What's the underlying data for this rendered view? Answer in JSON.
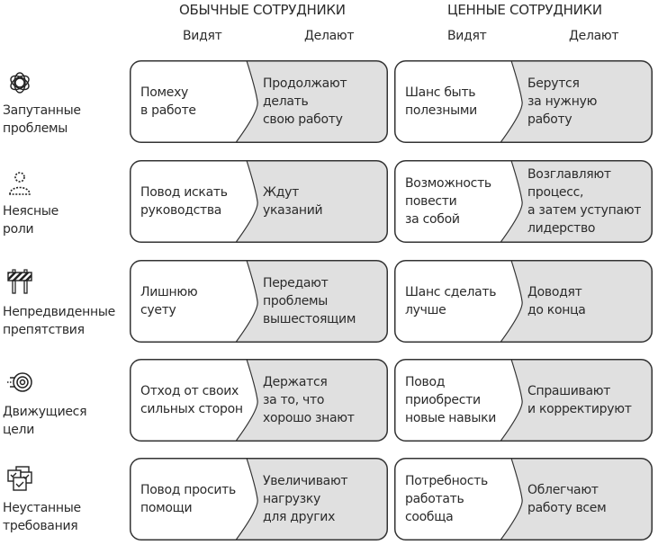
{
  "columns": {
    "ordinary": {
      "title": "ОБЫЧНЫЕ СОТРУДНИКИ",
      "see_label": "Видят",
      "do_label": "Делают"
    },
    "valuable": {
      "title": "ЦЕННЫЕ СОТРУДНИКИ",
      "see_label": "Видят",
      "do_label": "Делают"
    }
  },
  "colors": {
    "do_fill": "#e0e0e0",
    "see_fill": "#ffffff",
    "border": "#333333",
    "text": "#2b2b2b"
  },
  "rows": [
    {
      "icon": "tangled-knot-icon",
      "label": "Запутанные\nпроблемы",
      "ordinary": {
        "see": "Помеху\nв работе",
        "do": "Продолжают\nделать\nсвою работу"
      },
      "valuable": {
        "see": "Шанс быть\nполезными",
        "do": "Берутся\nза нужную\nработу"
      }
    },
    {
      "icon": "dotted-person-icon",
      "label": "Неясные\nроли",
      "ordinary": {
        "see": "Повод искать\nруководства",
        "do": "Ждут\nуказаний"
      },
      "valuable": {
        "see": "Возможность\nповести\nза собой",
        "do": "Возглавляют\nпроцесс,\nа затем уступают\nлидерство"
      }
    },
    {
      "icon": "road-barrier-icon",
      "label": "Непредвиденные\nпрепятствия",
      "ordinary": {
        "see": "Лишнюю\nсуету",
        "do": "Передают\nпроблемы\nвышестоящим"
      },
      "valuable": {
        "see": "Шанс сделать\nлучше",
        "do": "Доводят\nдо конца"
      }
    },
    {
      "icon": "moving-target-icon",
      "label": "Движущиеся\nцели",
      "ordinary": {
        "see": "Отход от своих\nсильных сторон",
        "do": "Держатся\nза то, что\nхорошо знают"
      },
      "valuable": {
        "see": "Повод\nприобрести\nновые навыки",
        "do": "Спрашивают\nи корректируют"
      }
    },
    {
      "icon": "stacked-checklists-icon",
      "label": "Неустанные\nтребования",
      "ordinary": {
        "see": "Повод просить\nпомощи",
        "do": "Увеличивают\nнагрузку\nдля других"
      },
      "valuable": {
        "see": "Потребность\nработать\nсообща",
        "do": "Облегчают\nработу всем"
      }
    }
  ]
}
